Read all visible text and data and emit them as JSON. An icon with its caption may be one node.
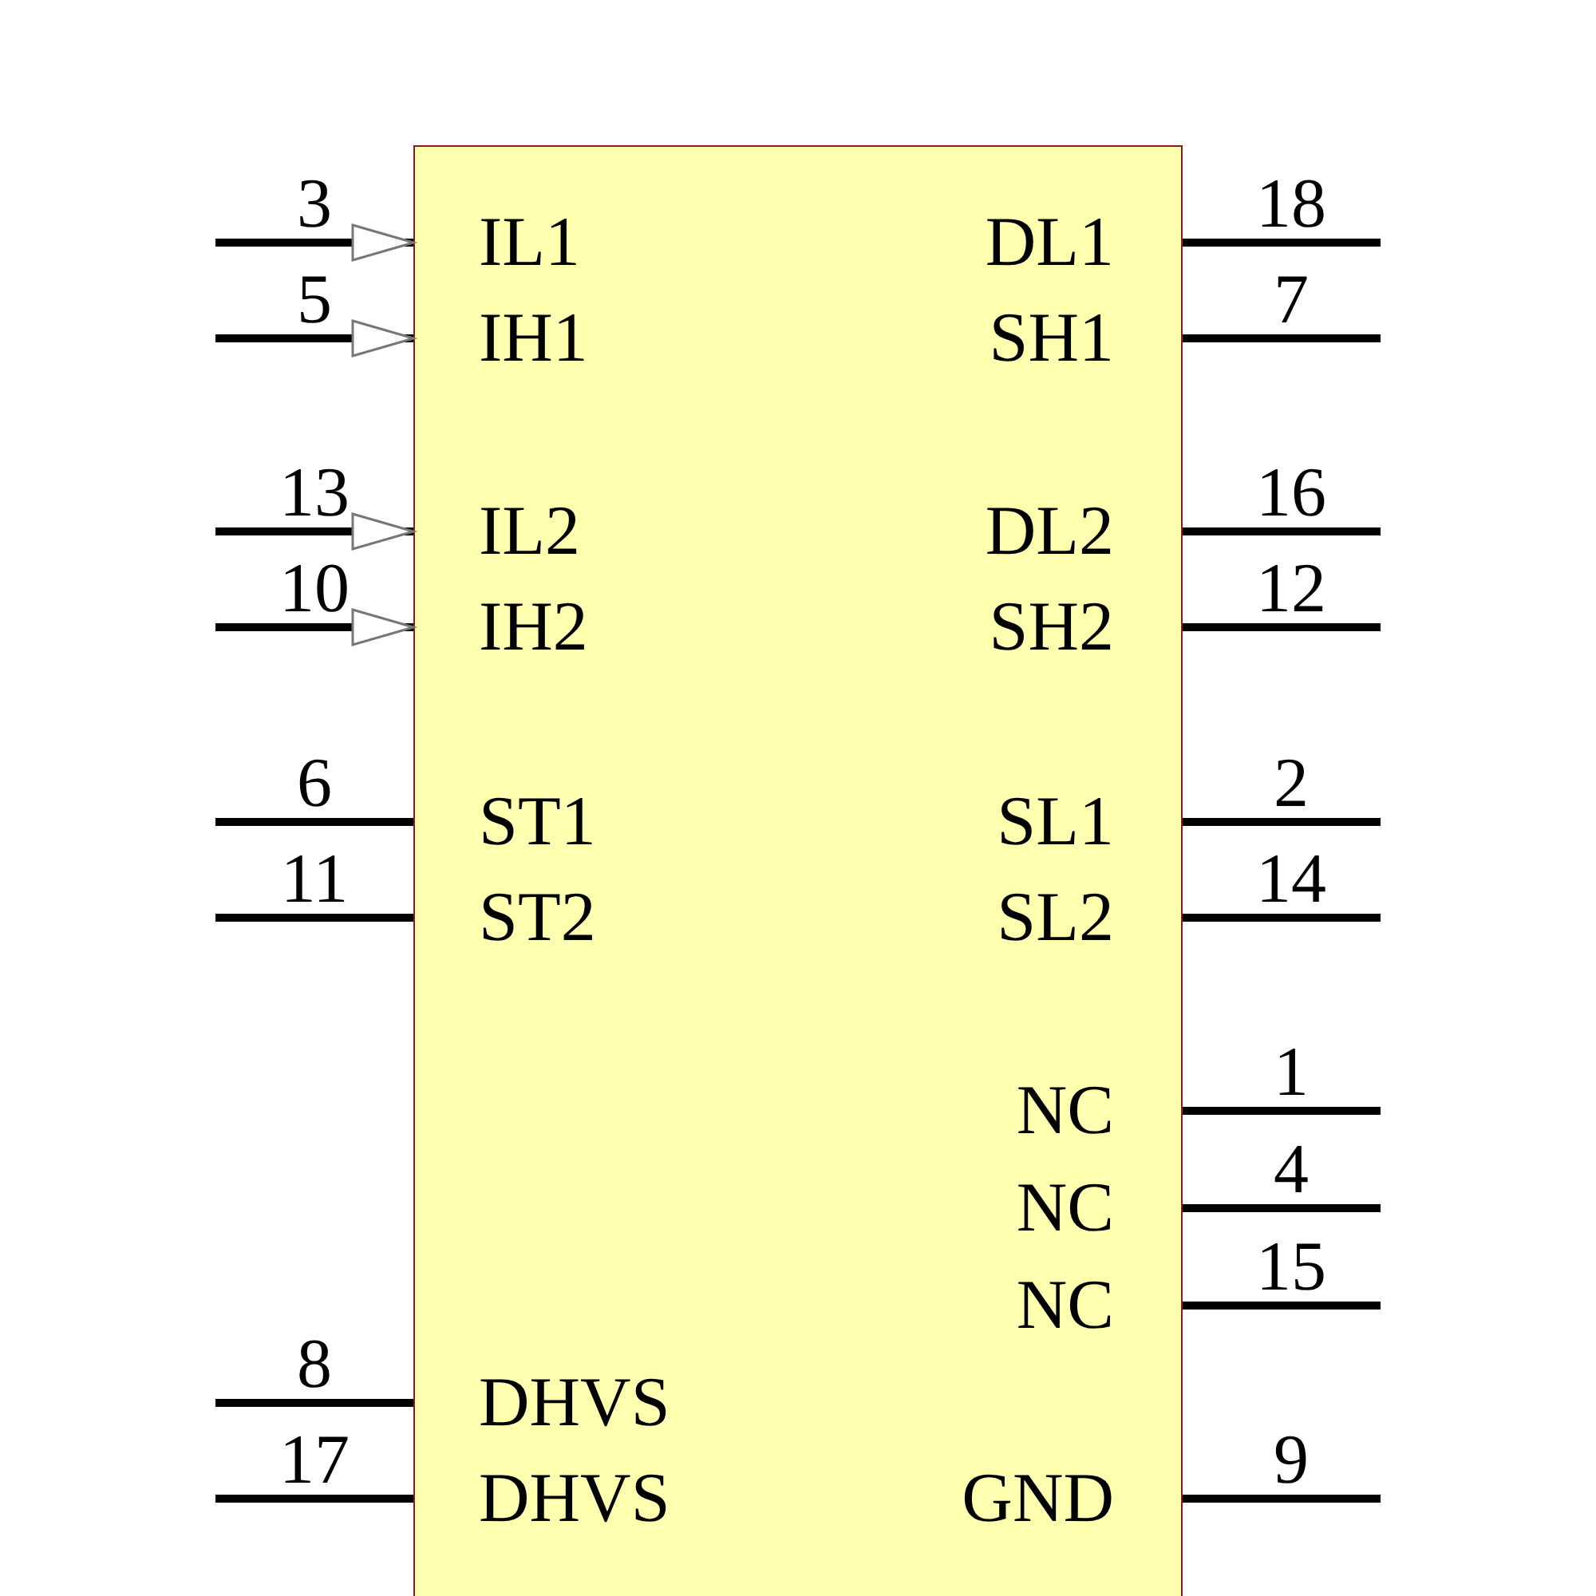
{
  "diagram": {
    "nodes": [
      {
        "text": [],
        "shape": "box"
      }
    ],
    "labels": [
      "3",
      "18",
      "IL1",
      "DL1",
      "5",
      "7",
      "IH1",
      "SH1",
      "13",
      "16",
      "IL2",
      "DL2",
      "10",
      "12",
      "IH2",
      "SH2",
      "6",
      "2",
      "ST1",
      "SL1",
      "11",
      "14",
      "ST2",
      "SL2",
      "1",
      "NC",
      "4",
      "NC",
      "15",
      "NC",
      "8",
      "DHVS",
      "17",
      "9",
      "DHVS",
      "GND"
    ]
  }
}
